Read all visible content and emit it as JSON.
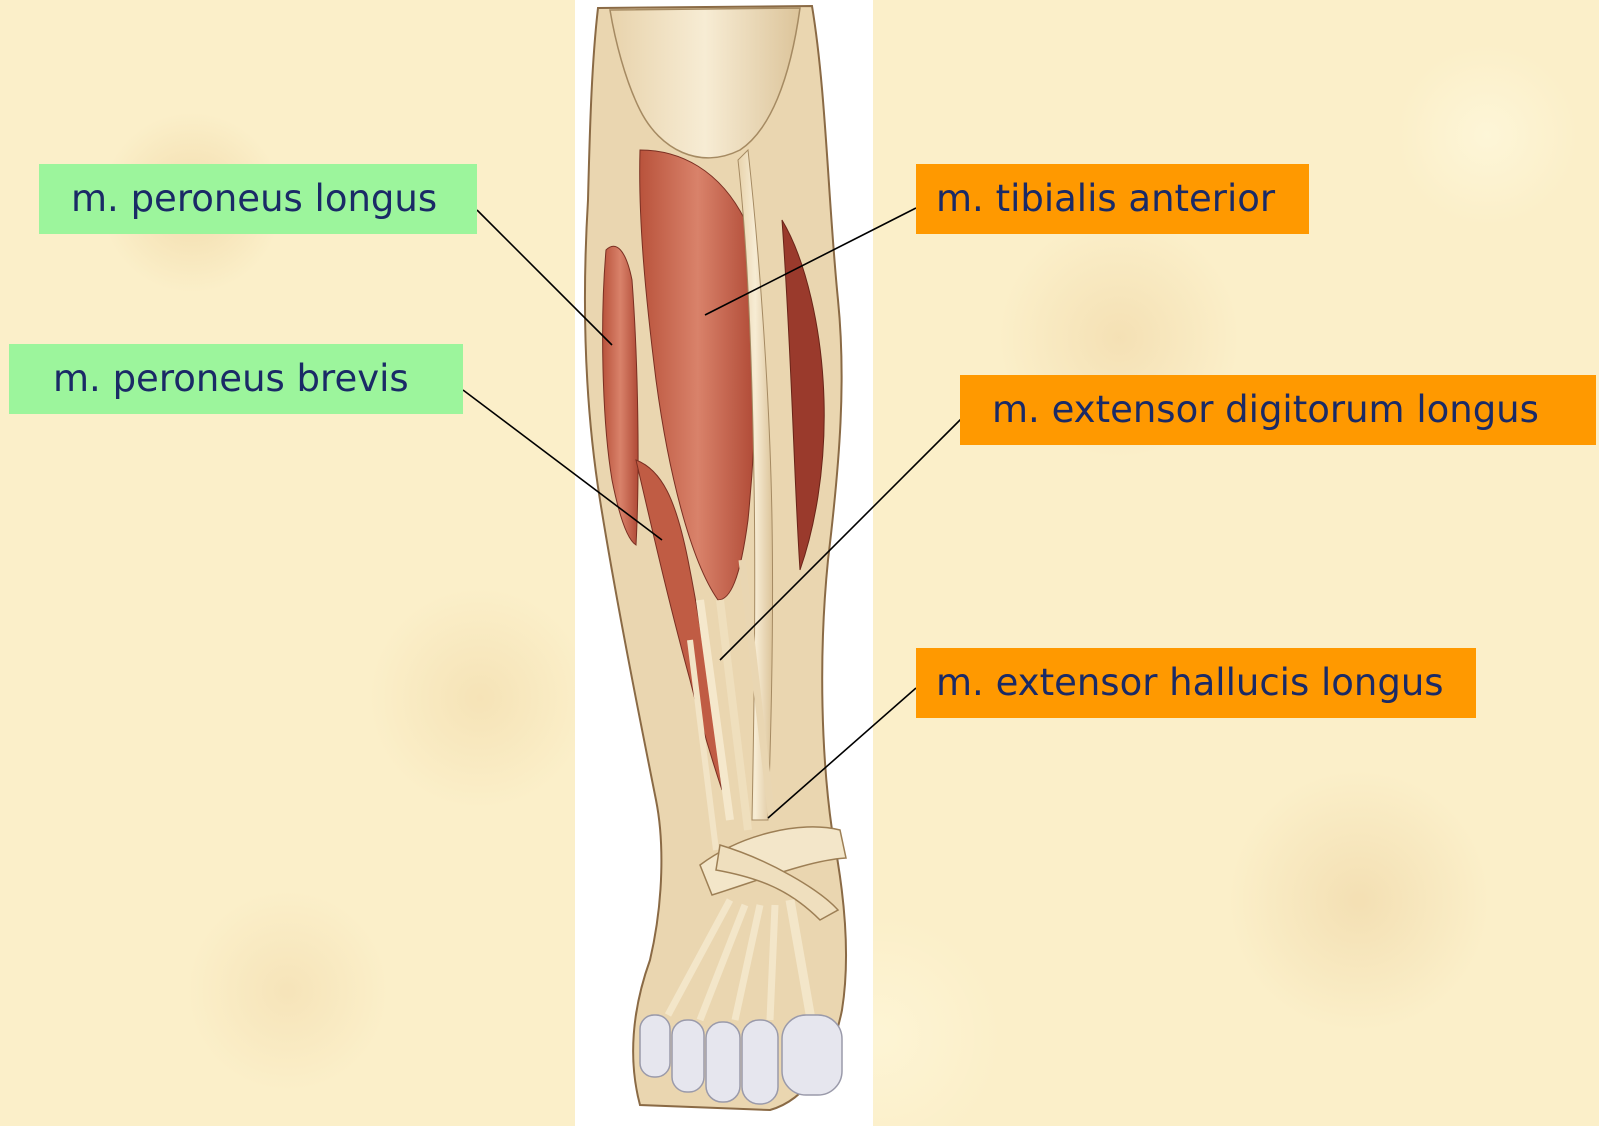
{
  "labels": {
    "peroneus_longus": "m. peroneus longus",
    "peroneus_brevis": "m. peroneus brevis",
    "tibialis_anterior": "m. tibialis anterior",
    "extensor_digitorum_longus": "m. extensor digitorum longus",
    "extensor_hallucis_longus": "m. extensor hallucis longus"
  },
  "colors": {
    "background": "#fbefc9",
    "lateral_label": "#9cf59c",
    "anterior_label": "#ff9900",
    "label_text": "#1a2a66",
    "muscle": "#c8654a",
    "tendon": "#f1e2c4"
  }
}
